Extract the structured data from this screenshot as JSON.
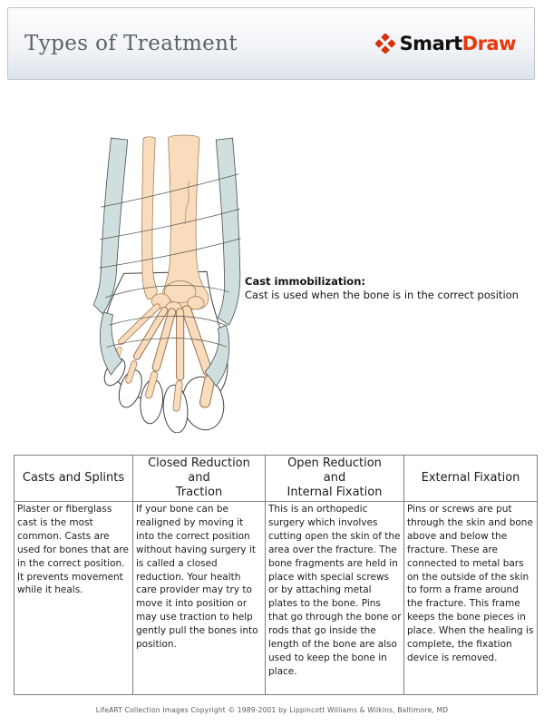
{
  "page": {
    "background": "#ffffff"
  },
  "header": {
    "title": "Types of Treatment",
    "title_color": "#5d6269",
    "border_color": "#bcc3cc",
    "bg_top": "#fdfdfe",
    "bg_bottom": "#dde3ea",
    "logo": {
      "part1": "Smart",
      "part2": "Draw",
      "part1_color": "#111111",
      "part2_color": "#e8380d",
      "diamond_color": "#d8320a",
      "icon": "smartdraw-diamonds-icon"
    }
  },
  "figure": {
    "illustration": "foot-in-cast-illustration",
    "caption_title": "Cast immobilization:",
    "caption_text": "Cast is used when the bone is in the correct position",
    "colors": {
      "bone": "#f8dcbc",
      "bone_outline": "#9a7450",
      "cast": "#cfdfdf",
      "outline": "#4a4a4a"
    }
  },
  "table": {
    "border_color": "#7f7f7f",
    "columns": [
      {
        "header": "Casts and Splints",
        "body": "Plaster or fiberglass cast is the most common. Casts are used for bones that are in the correct position. It prevents movement while it heals."
      },
      {
        "header": "Closed Reduction\nand\nTraction",
        "body": "If your bone can be realigned by moving it into the correct position without having surgery it is called a closed reduction. Your health care provider may try to move it into position or may use traction to help gently pull the bones into position."
      },
      {
        "header": "Open Reduction\nand\nInternal Fixation",
        "body": "This is an orthopedic surgery which involves cutting open the skin of the area over the fracture. The bone fragments are held in place with special screws or by attaching metal plates to the bone. Pins that go through the bone or rods that go inside the length of the bone are also used to keep the bone in place."
      },
      {
        "header": "External Fixation",
        "body": "Pins or screws are put through the skin and bone above and below the fracture. These are connected to metal bars on the outside of the skin to form a frame around the fracture. This frame keeps the bone pieces in place. When the healing is complete, the fixation device is removed."
      }
    ]
  },
  "footer": {
    "text": "LifeART Collection Images Copyright © 1989-2001 by Lippincott Williams & Wilkins, Baltimore, MD"
  }
}
